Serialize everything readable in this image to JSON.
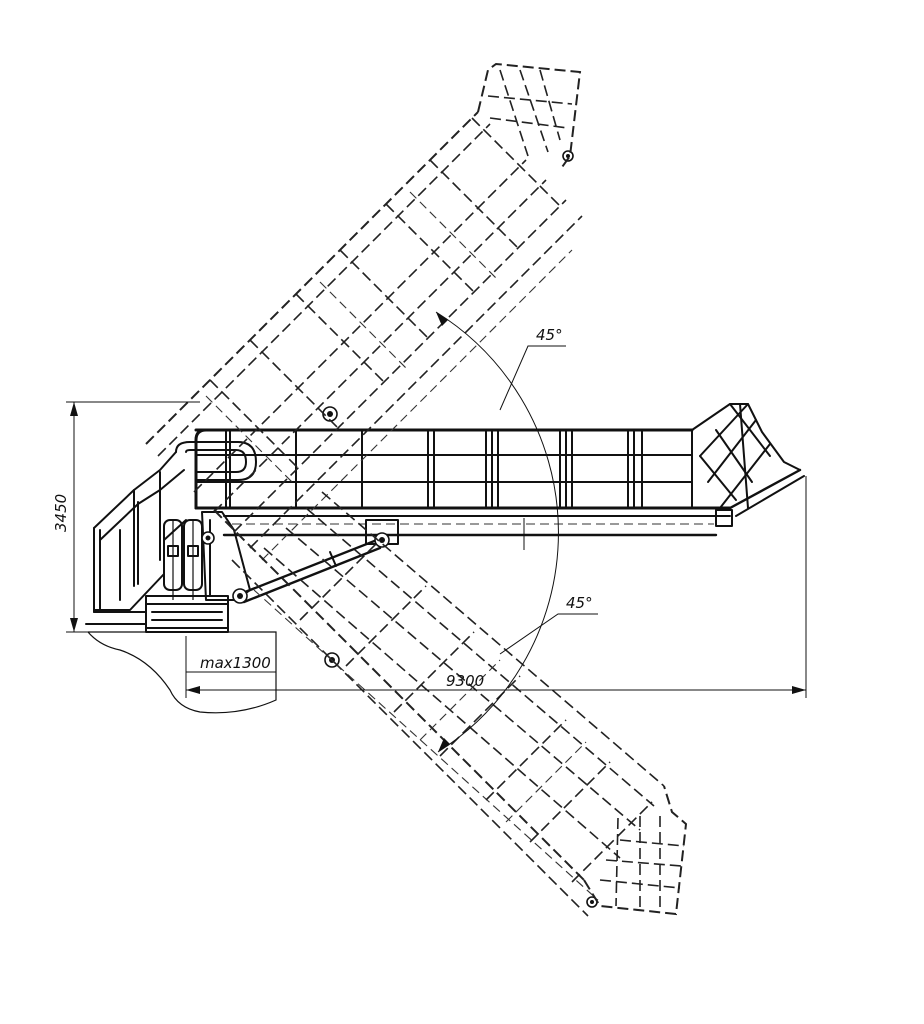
{
  "dimensions": {
    "height": "3450",
    "reach": "9300",
    "base_offset": "max1300",
    "angle_up": "45°",
    "angle_down": "45°"
  }
}
